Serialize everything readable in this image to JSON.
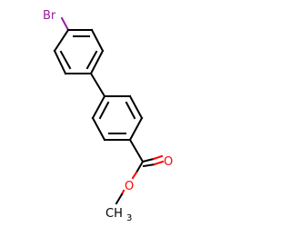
{
  "molecule": {
    "atoms": {
      "bromine": "Br",
      "carbonyl_oxygen": "O",
      "ester_oxygen": "O",
      "methyl": "CH3"
    },
    "colors": {
      "bond": "#000000",
      "bromine": "#9a1fa0",
      "oxygen": "#ff0000",
      "carbon": "#000000"
    }
  }
}
